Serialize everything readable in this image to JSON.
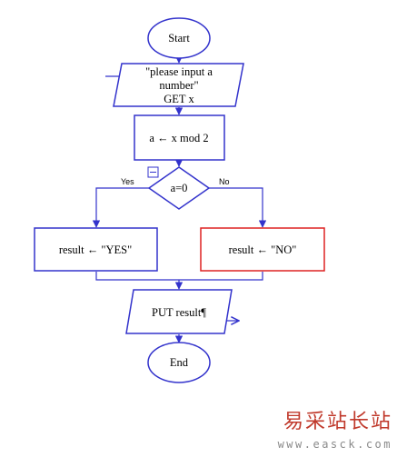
{
  "flowchart": {
    "start": "Start",
    "input_line1": "\"please input a",
    "input_line2": "number\"",
    "input_line3": "GET x",
    "process_mod": "a ← x mod 2",
    "decision": "a=0",
    "branch_yes": "Yes",
    "branch_no": "No",
    "process_yes": "result ← \"YES\"",
    "process_no": "result ← \"NO\"",
    "output": "PUT result¶",
    "end": "End"
  },
  "watermark": {
    "site_cn": "易采站长站",
    "site_url": "www.easck.com"
  },
  "colors": {
    "stroke": "#3333cc",
    "highlight": "#dd2222",
    "text": "#000000",
    "watermark_cn": "#c0392b",
    "watermark_en": "#8a8a8a"
  }
}
